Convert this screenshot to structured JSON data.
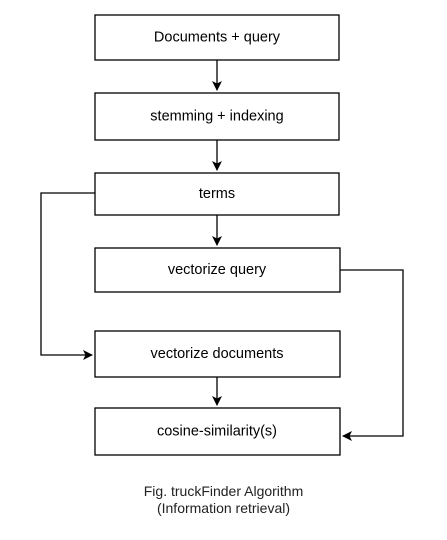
{
  "nodes": [
    {
      "id": "documents-query",
      "label": "Documents + query"
    },
    {
      "id": "stemming-indexing",
      "label": "stemming + indexing"
    },
    {
      "id": "terms",
      "label": "terms"
    },
    {
      "id": "vectorize-query",
      "label": "vectorize query"
    },
    {
      "id": "vectorize-documents",
      "label": "vectorize documents"
    },
    {
      "id": "cosine-similarity",
      "label": "cosine-similarity(s)"
    }
  ],
  "edges": [
    {
      "from": "documents-query",
      "to": "stemming-indexing"
    },
    {
      "from": "stemming-indexing",
      "to": "terms"
    },
    {
      "from": "terms",
      "to": "vectorize-query"
    },
    {
      "from": "terms",
      "to": "vectorize-documents"
    },
    {
      "from": "vectorize-documents",
      "to": "cosine-similarity"
    },
    {
      "from": "vectorize-query",
      "to": "cosine-similarity"
    }
  ],
  "caption": {
    "line1": "Fig. truckFinder Algorithm",
    "line2": "(Information retrieval)"
  }
}
